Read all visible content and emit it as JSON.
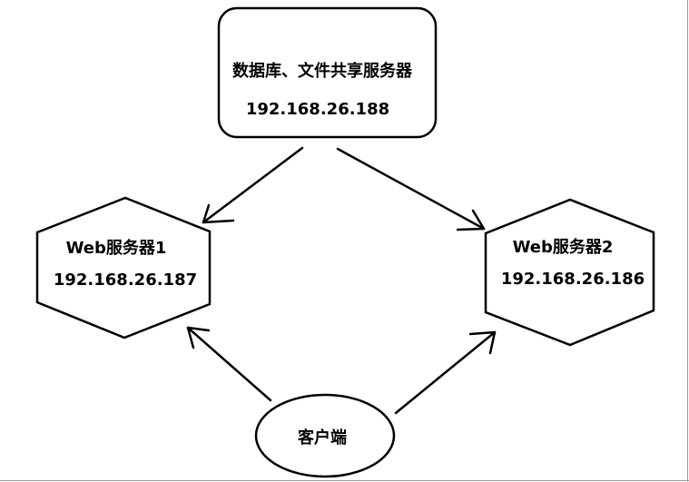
{
  "nodes": {
    "db_server": {
      "name": "数据库、文件共享服务器",
      "ip": "192.168.26.188"
    },
    "web1": {
      "name": "Web服务器1",
      "ip": "192.168.26.187"
    },
    "web2": {
      "name": "Web服务器2",
      "ip": "192.168.26.186"
    },
    "client": {
      "name": "客户端"
    }
  },
  "colors": {
    "stroke": "#000000",
    "background": "#ffffff"
  }
}
